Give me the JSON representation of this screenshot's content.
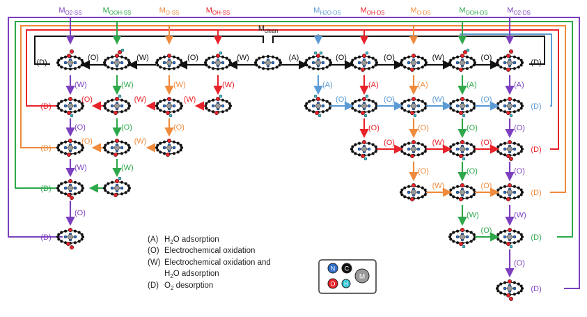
{
  "colors": {
    "black": "#111111",
    "purple": "#7b3fbf",
    "green": "#2ea84a",
    "orange": "#f08a3c",
    "red": "#e8222a",
    "blue": "#5b9bd5",
    "white_atom": "#f2f2f2",
    "metal": "#9a9a9a",
    "oxygen": "#e8222a",
    "hydrogen": "#33c4d4",
    "nitrogen": "#2f6fc9"
  },
  "headers": {
    "m_clean": {
      "main": "M",
      "sub": "clean"
    },
    "left": [
      {
        "main": "M",
        "sub": "O2-SS",
        "color": "purple"
      },
      {
        "main": "M",
        "sub": "OOH-SS",
        "color": "green"
      },
      {
        "main": "M",
        "sub": "O-SS",
        "color": "orange"
      },
      {
        "main": "M",
        "sub": "OH-SS",
        "color": "red"
      }
    ],
    "right": [
      {
        "main": "M",
        "sub": "H2O-DS",
        "color": "blue"
      },
      {
        "main": "M",
        "sub": "OH-DS",
        "color": "red"
      },
      {
        "main": "M",
        "sub": "O-DS",
        "color": "orange"
      },
      {
        "main": "M",
        "sub": "OOH-DS",
        "color": "green"
      },
      {
        "main": "M",
        "sub": "O2-DS",
        "color": "purple"
      }
    ]
  },
  "step_labels": {
    "A": "(A)",
    "O": "(O)",
    "W": "(W)",
    "D": "(D)"
  },
  "legend": {
    "items": [
      {
        "code": "(A)",
        "text": "H2O adsorption",
        "sub_after": "H",
        "text_parts": [
          "H",
          "2",
          "O adsorption"
        ]
      },
      {
        "code": "(O)",
        "text_parts": [
          "Electrochemical oxidation"
        ]
      },
      {
        "code": "(W)",
        "text_parts": [
          "Electrochemical oxidation and"
        ]
      },
      {
        "code": "",
        "text_parts": [
          "H",
          "2",
          "O adsorption"
        ]
      },
      {
        "code": "(D)",
        "text_parts": [
          "O",
          "2",
          " desorption"
        ]
      }
    ]
  },
  "atom_key": {
    "letters": [
      "N",
      "C",
      "O",
      "H",
      "M"
    ]
  }
}
